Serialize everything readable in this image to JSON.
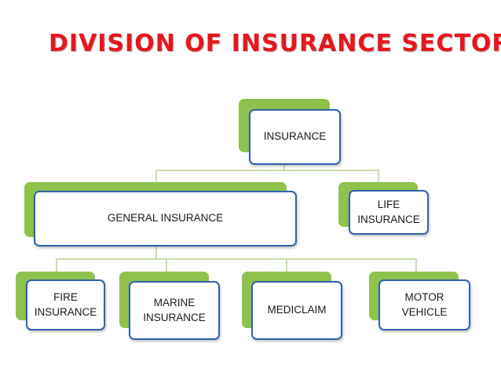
{
  "title": "DIVISION OF INSURANCE SECTOR",
  "colors": {
    "title": "#e8161b",
    "node_back": "#8fc24d",
    "node_border": "#2e63ad",
    "connector": "#b8d48f"
  },
  "nodes": {
    "insurance": {
      "lines": [
        "INSURANCE"
      ]
    },
    "general": {
      "lines": [
        "GENERAL INSURANCE"
      ]
    },
    "life": {
      "lines": [
        "LIFE",
        "INSURANCE"
      ]
    },
    "fire": {
      "lines": [
        "FIRE",
        "INSURANCE"
      ]
    },
    "marine": {
      "lines": [
        "MARINE",
        "INSURANCE"
      ]
    },
    "mediclaim": {
      "lines": [
        "MEDICLAIM"
      ]
    },
    "motor": {
      "lines": [
        "MOTOR",
        "VEHICLE"
      ]
    }
  }
}
